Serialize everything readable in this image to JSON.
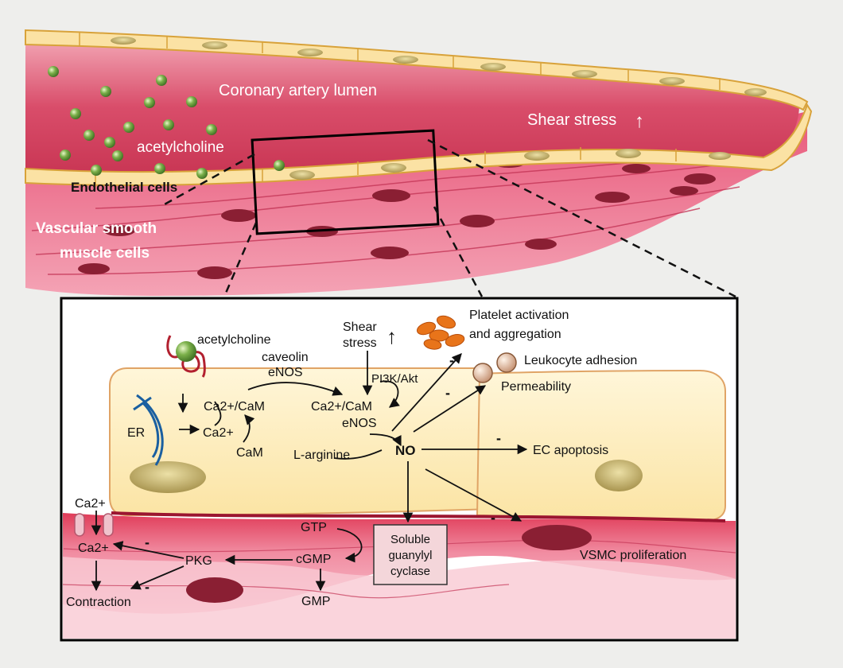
{
  "artery": {
    "lumen_label": "Coronary artery lumen",
    "shear_label": "Shear stress",
    "shear_arrow": "↑",
    "ach_label": "acetylcholine",
    "endothelial_label": "Endothelial cells",
    "vsmc_label_line1": "Vascular smooth",
    "vsmc_label_line2": "muscle cells"
  },
  "detail": {
    "acetylcholine": "acetylcholine",
    "caveolin": "caveolin",
    "enos_top": "eNOS",
    "shear_line1": "Shear",
    "shear_line2": "stress",
    "shear_arrow": "↑",
    "platelet_line1": "Platelet activation",
    "platelet_line2": "and aggregation",
    "leukocyte": "Leukocyte adhesion",
    "permeability": "Permeability",
    "pi3k": "PI3K/Akt",
    "er": "ER",
    "ca_cam_left": "Ca2+/CaM",
    "ca_cam_right": "Ca2+/CaM",
    "enos_bottom": "eNOS",
    "ca_center": "Ca2+",
    "cam": "CaM",
    "l_arginine": "L-arginine",
    "no": "NO",
    "ec_apoptosis": "EC apoptosis",
    "ca_outer": "Ca2+",
    "ca_inner": "Ca2+",
    "contraction": "Contraction",
    "pkg": "PKG",
    "gtp": "GTP",
    "cgmp": "cGMP",
    "gmp": "GMP",
    "sgc_line1": "Soluble",
    "sgc_line2": "guanylyl",
    "sgc_line3": "cyclase",
    "vsmc_proliferation": "VSMC proliferation",
    "minus": "-"
  }
}
